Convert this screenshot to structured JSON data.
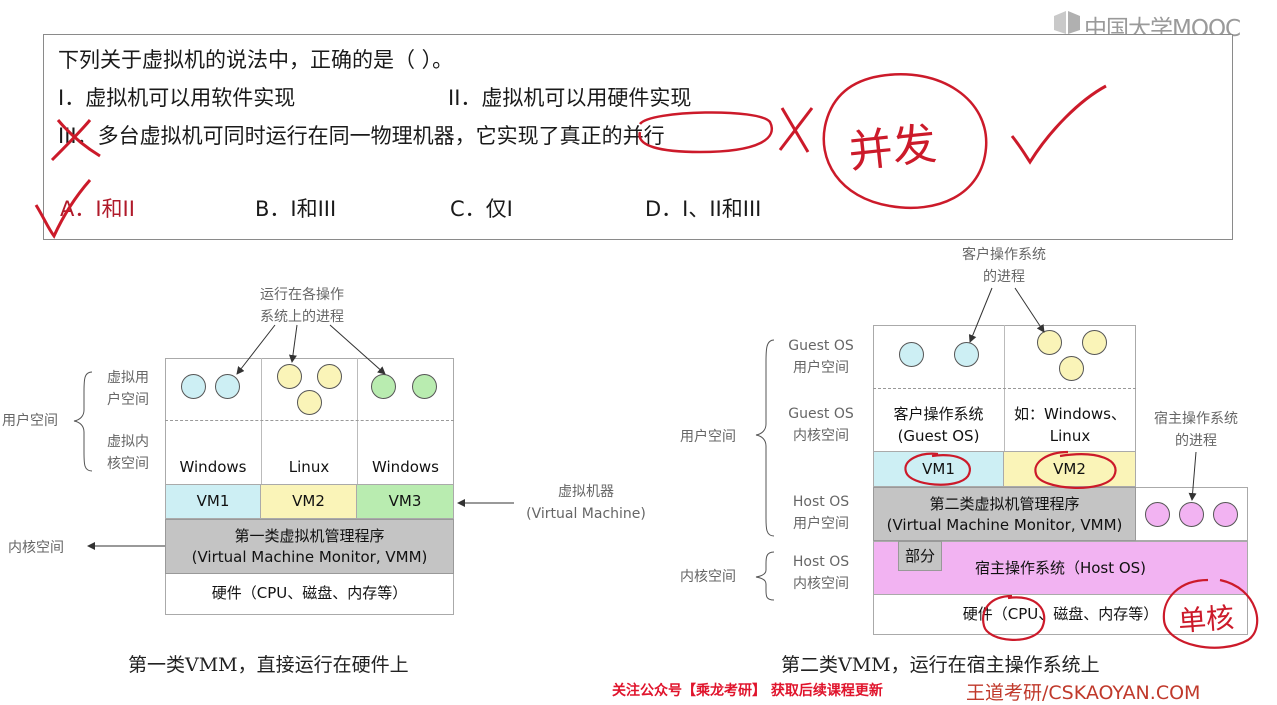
{
  "brand": {
    "logo_text": "中国大学MOOC"
  },
  "question": {
    "stem": "下列关于虚拟机的说法中，正确的是（ ）。",
    "stmt1": "I．虚拟机可以用软件实现",
    "stmt2": "II．虚拟机可以用硬件实现",
    "stmt3": "III．多台虚拟机可同时运行在同一物理机器，它实现了真正的并行",
    "options": [
      {
        "label": "A．I和II"
      },
      {
        "label": "B．I和III"
      },
      {
        "label": "C．仅I"
      },
      {
        "label": "D．I、II和III"
      }
    ],
    "handwriting": {
      "note": "并发",
      "selected_option": "A",
      "stmt3_mark": "wrong"
    }
  },
  "diagram1": {
    "top_note": [
      "运行在各操作",
      "系统上的进程"
    ],
    "left_labels": {
      "user_space": "用户空间",
      "virtual_user": [
        "虚拟用",
        "户空间"
      ],
      "virtual_kernel": [
        "虚拟内",
        "核空间"
      ],
      "kernel_space": "内核空间"
    },
    "os": [
      "Windows",
      "Linux",
      "Windows"
    ],
    "vms": [
      "VM1",
      "VM2",
      "VM3"
    ],
    "vmm": [
      "第一类虚拟机管理程序",
      "(Virtual Machine Monitor, VMM)"
    ],
    "hardware": "硬件（CPU、磁盘、内存等）",
    "vm_label": [
      "虚拟机器",
      "(Virtual Machine)"
    ],
    "caption": "第一类VMM，直接运行在硬件上",
    "colors": {
      "vm1": "#cdeff4",
      "vm2": "#faf4b8",
      "vm3": "#b9ecb0",
      "vmm": "#c4c4c4"
    }
  },
  "diagram2": {
    "top_note": [
      "客户操作系统",
      "的进程"
    ],
    "left_labels": {
      "guest_user": [
        "Guest OS",
        "用户空间"
      ],
      "guest_kernel": [
        "Guest OS",
        "内核空间"
      ],
      "host_user": [
        "Host OS",
        "用户空间"
      ],
      "host_kernel": [
        "Host OS",
        "内核空间"
      ],
      "user_space": "用户空间",
      "kernel_space": "内核空间"
    },
    "guest_os": [
      "客户操作系统",
      "(Guest OS)"
    ],
    "guest_os2": [
      "如：Windows、",
      "Linux"
    ],
    "vms": [
      "VM1",
      "VM2"
    ],
    "vmm": [
      "第二类虚拟机管理程序",
      "(Virtual Machine Monitor, VMM)"
    ],
    "part": "部分",
    "host_os": "宿主操作系统（Host OS)",
    "hardware": "硬件（CPU、磁盘、内存等）",
    "host_proc_note": [
      "宿主操作系统",
      "的进程"
    ],
    "caption": "第二类VMM，运行在宿主操作系统上",
    "handwriting_note": "单核",
    "colors": {
      "host": "#f2b3f2"
    }
  },
  "footer": {
    "promo": "关注公众号【乘龙考研】 获取后续课程更新",
    "site": "王道考研/CSKAOYAN.COM"
  }
}
